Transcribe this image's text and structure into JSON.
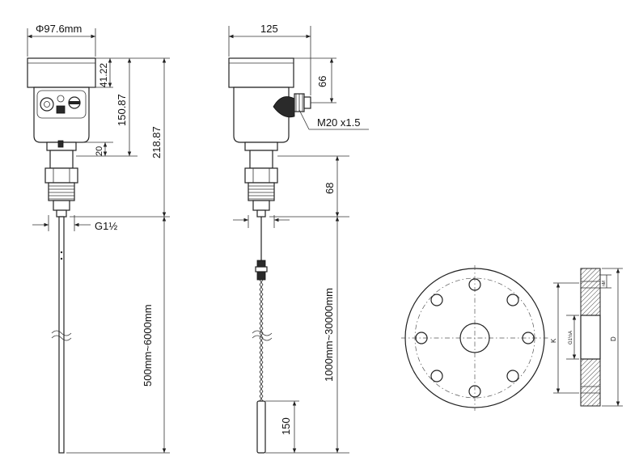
{
  "instrument_left": {
    "diameter_label": "Φ97.6mm",
    "dim_top_label": "41.22",
    "dim_head_label": "150.87",
    "dim_total_label": "218.87",
    "dim_neck_label": "20",
    "thread_label": "G1½",
    "probe_length_label": "500mm~6000mm"
  },
  "instrument_right": {
    "width_label": "125",
    "gland_height_label": "66",
    "gland_thread_label": "M20 x1.5",
    "connection_height_label": "68",
    "cable_length_label": "1000mm~30000mm",
    "weight_length_label": "150"
  },
  "flange_side": {
    "k_label": "K",
    "gz_label": "G1½A",
    "d_label": "D",
    "thickness_label": "nM"
  }
}
